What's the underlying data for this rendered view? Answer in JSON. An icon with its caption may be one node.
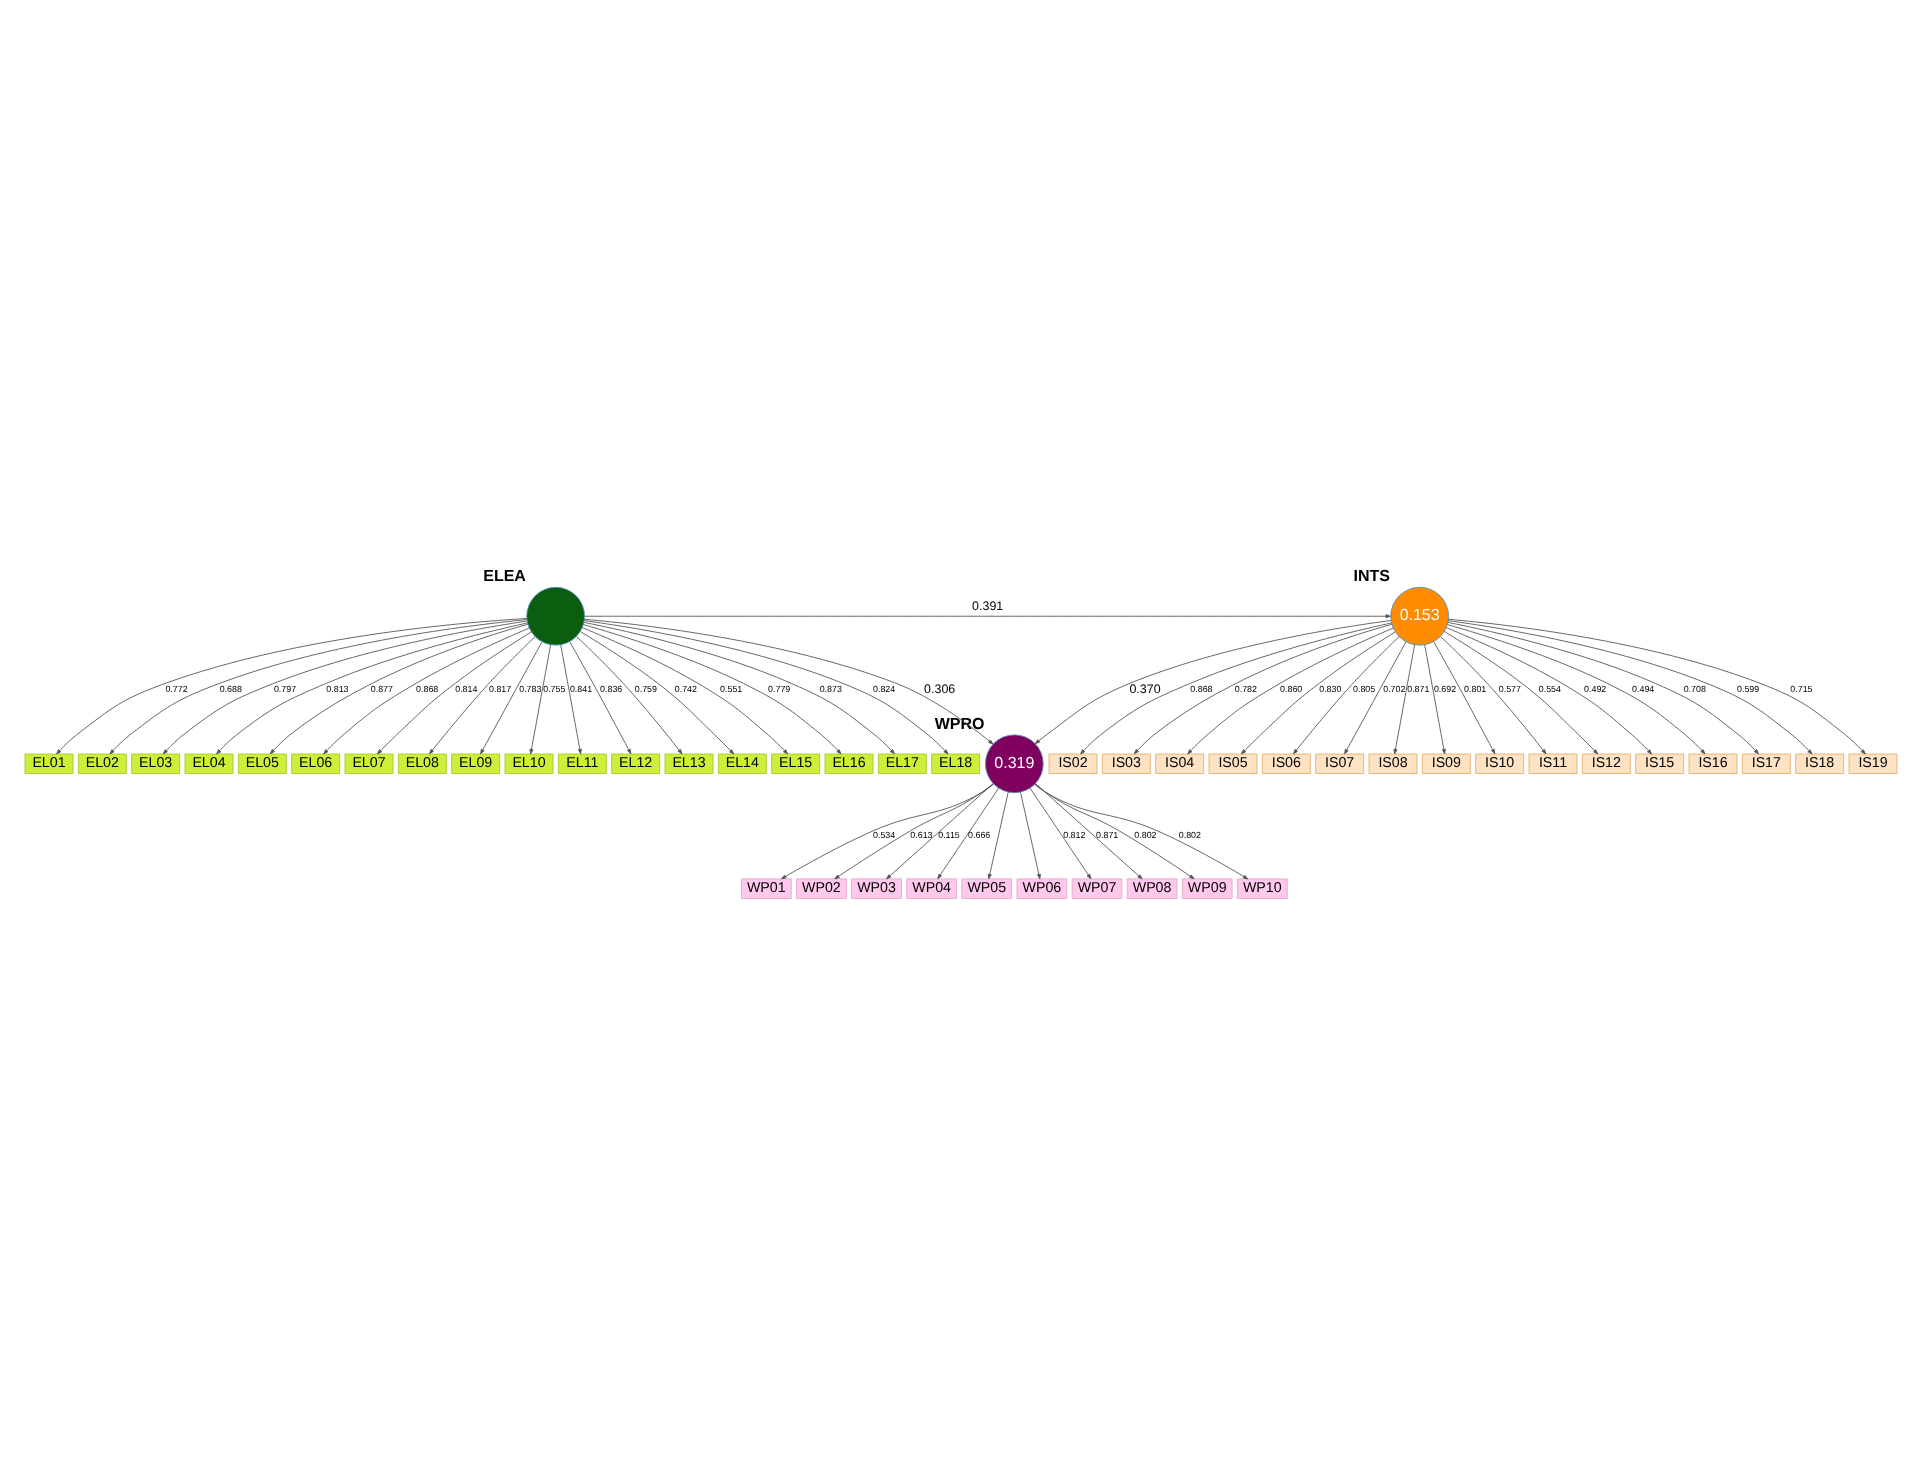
{
  "diagram": {
    "nodes": [
      {
        "text": [
          "EL01"
        ]
      },
      {
        "text": [
          "EL02"
        ]
      },
      {
        "text": [
          "EL03"
        ]
      },
      {
        "text": [
          "EL04"
        ]
      },
      {
        "text": [
          "EL05"
        ]
      },
      {
        "text": [
          "EL06"
        ]
      },
      {
        "text": [
          "EL07"
        ]
      },
      {
        "text": [
          "EL08"
        ]
      },
      {
        "text": [
          "EL09"
        ]
      },
      {
        "text": [
          "EL10"
        ]
      },
      {
        "text": [
          "EL11"
        ]
      },
      {
        "text": [
          "EL12"
        ]
      },
      {
        "text": [
          "EL13"
        ]
      },
      {
        "text": [
          "EL14"
        ]
      },
      {
        "text": [
          "EL15"
        ]
      },
      {
        "text": [
          "EL16"
        ]
      },
      {
        "text": [
          "EL17"
        ]
      },
      {
        "text": [
          "EL18"
        ]
      },
      {
        "text": [],
        "shape": "circle",
        "beside": [
          "ELEA"
        ]
      },
      {
        "text": [
          "IS02"
        ]
      },
      {
        "text": [
          "IS03"
        ]
      },
      {
        "text": [
          "IS04"
        ]
      },
      {
        "text": [
          "IS05"
        ]
      },
      {
        "text": [
          "IS06"
        ]
      },
      {
        "text": [
          "IS07"
        ]
      },
      {
        "text": [
          "IS08"
        ]
      },
      {
        "text": [
          "IS09"
        ]
      },
      {
        "text": [
          "IS10"
        ]
      },
      {
        "text": [
          "IS11"
        ]
      },
      {
        "text": [
          "IS12"
        ]
      },
      {
        "text": [
          "IS15"
        ]
      },
      {
        "text": [
          "IS16"
        ]
      },
      {
        "text": [
          "IS17"
        ]
      },
      {
        "text": [
          "IS18"
        ]
      },
      {
        "text": [
          "IS19"
        ]
      },
      {
        "text": [
          "0.153"
        ],
        "beside": [
          "INTS"
        ]
      },
      {
        "text": [
          "0.319"
        ],
        "beside": [
          "WPRO"
        ]
      },
      {
        "text": [
          "WP01"
        ]
      },
      {
        "text": [
          "WP02"
        ]
      },
      {
        "text": [
          "WP03"
        ]
      },
      {
        "text": [
          "WP04"
        ]
      },
      {
        "text": [
          "WP05"
        ]
      },
      {
        "text": [
          "WP06"
        ]
      },
      {
        "text": [
          "WP07"
        ]
      },
      {
        "text": [
          "WP08"
        ]
      },
      {
        "text": [
          "WP09"
        ]
      },
      {
        "text": [
          "WP10"
        ]
      }
    ],
    "edges": [
      {
        "from": 18,
        "to": 0,
        "arrow": "to",
        "label": "0.772"
      },
      {
        "from": 18,
        "to": 1,
        "arrow": "to",
        "label": "0.688"
      },
      {
        "from": 18,
        "to": 2,
        "arrow": "to",
        "label": "0.797"
      },
      {
        "from": 18,
        "to": 3,
        "arrow": "to",
        "label": "0.813"
      },
      {
        "from": 18,
        "to": 4,
        "arrow": "to",
        "label": "0.877"
      },
      {
        "from": 18,
        "to": 5,
        "arrow": "to",
        "label": "0.868"
      },
      {
        "from": 18,
        "to": 6,
        "arrow": "to",
        "label": "0.814"
      },
      {
        "from": 18,
        "to": 7,
        "arrow": "to",
        "label": "0.817"
      },
      {
        "from": 18,
        "to": 8,
        "arrow": "to",
        "label": "0.783"
      },
      {
        "from": 18,
        "to": 9,
        "arrow": "to",
        "label": "0.755"
      },
      {
        "from": 18,
        "to": 10,
        "arrow": "to",
        "label": "0.841"
      },
      {
        "from": 18,
        "to": 11,
        "arrow": "to",
        "label": "0.836"
      },
      {
        "from": 18,
        "to": 12,
        "arrow": "to",
        "label": "0.759"
      },
      {
        "from": 18,
        "to": 13,
        "arrow": "to",
        "label": "0.742"
      },
      {
        "from": 18,
        "to": 14,
        "arrow": "to",
        "label": "0.551"
      },
      {
        "from": 18,
        "to": 15,
        "arrow": "to",
        "label": "0.779"
      },
      {
        "from": 18,
        "to": 16,
        "arrow": "to",
        "label": "0.873"
      },
      {
        "from": 18,
        "to": 17,
        "arrow": "to",
        "label": "0.824"
      },
      {
        "from": 35,
        "to": 19,
        "arrow": "to",
        "label": "0.868"
      },
      {
        "from": 35,
        "to": 20,
        "arrow": "to",
        "label": "0.782"
      },
      {
        "from": 35,
        "to": 21,
        "arrow": "to",
        "label": "0.860"
      },
      {
        "from": 35,
        "to": 22,
        "arrow": "to",
        "label": "0.830"
      },
      {
        "from": 35,
        "to": 23,
        "arrow": "to",
        "label": "0.805"
      },
      {
        "from": 35,
        "to": 24,
        "arrow": "to",
        "label": "0.702"
      },
      {
        "from": 35,
        "to": 25,
        "arrow": "to",
        "label": "0.871"
      },
      {
        "from": 35,
        "to": 26,
        "arrow": "to",
        "label": "0.692"
      },
      {
        "from": 35,
        "to": 27,
        "arrow": "to",
        "label": "0.801"
      },
      {
        "from": 35,
        "to": 28,
        "arrow": "to",
        "label": "0.577"
      },
      {
        "from": 35,
        "to": 29,
        "arrow": "to",
        "label": "0.554"
      },
      {
        "from": 35,
        "to": 30,
        "arrow": "to",
        "label": "0.492"
      },
      {
        "from": 35,
        "to": 31,
        "arrow": "to",
        "label": "0.494"
      },
      {
        "from": 35,
        "to": 32,
        "arrow": "to",
        "label": "0.708"
      },
      {
        "from": 35,
        "to": 33,
        "arrow": "to",
        "label": "0.599"
      },
      {
        "from": 35,
        "to": 34,
        "arrow": "to",
        "label": "0.715"
      },
      {
        "from": 18,
        "to": 35,
        "arrow": "to",
        "label": "0.391"
      },
      {
        "from": 18,
        "to": 36,
        "arrow": "to",
        "label": "0.306"
      },
      {
        "from": 35,
        "to": 36,
        "arrow": "to",
        "label": "0.370"
      },
      {
        "from": 36,
        "to": 37,
        "arrow": "to",
        "label": "0.534"
      },
      {
        "from": 36,
        "to": 38,
        "arrow": "to",
        "label": "0.613"
      },
      {
        "from": 36,
        "to": 39,
        "arrow": "to",
        "label": "0.115"
      },
      {
        "from": 36,
        "to": 40,
        "arrow": "to",
        "label": "0.666"
      },
      {
        "from": 36,
        "to": 41,
        "arrow": "to"
      },
      {
        "from": 36,
        "to": 42,
        "arrow": "to"
      },
      {
        "from": 36,
        "to": 43,
        "arrow": "to",
        "label": "0.812"
      },
      {
        "from": 36,
        "to": 44,
        "arrow": "to",
        "label": "0.871"
      },
      {
        "from": 36,
        "to": 45,
        "arrow": "to",
        "label": "0.802"
      },
      {
        "from": 36,
        "to": 46,
        "arrow": "to",
        "label": "0.802"
      }
    ]
  }
}
